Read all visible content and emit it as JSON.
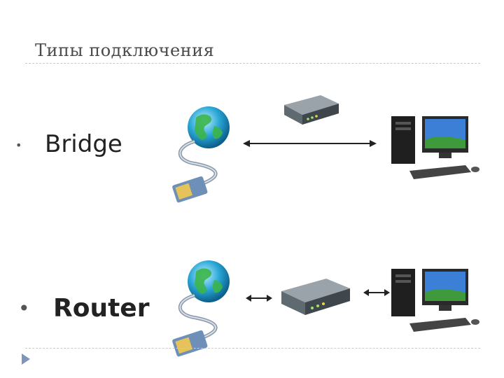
{
  "slide": {
    "title": "Типы подключения",
    "items": [
      {
        "bullet": "•",
        "label": "Bridge"
      },
      {
        "bullet": "•",
        "label": "Router"
      }
    ]
  },
  "icons": {
    "globe": "globe-with-ethernet-cable-icon",
    "modem": "network-device-icon",
    "pc": "desktop-computer-icon",
    "arrow": "double-headed-arrow-icon",
    "nav": "next-slide-triangle-icon"
  },
  "colors": {
    "title": "#4a4a4a",
    "rule": "#c9c9c9",
    "text": "#222222",
    "nav": "#7f96b8"
  }
}
